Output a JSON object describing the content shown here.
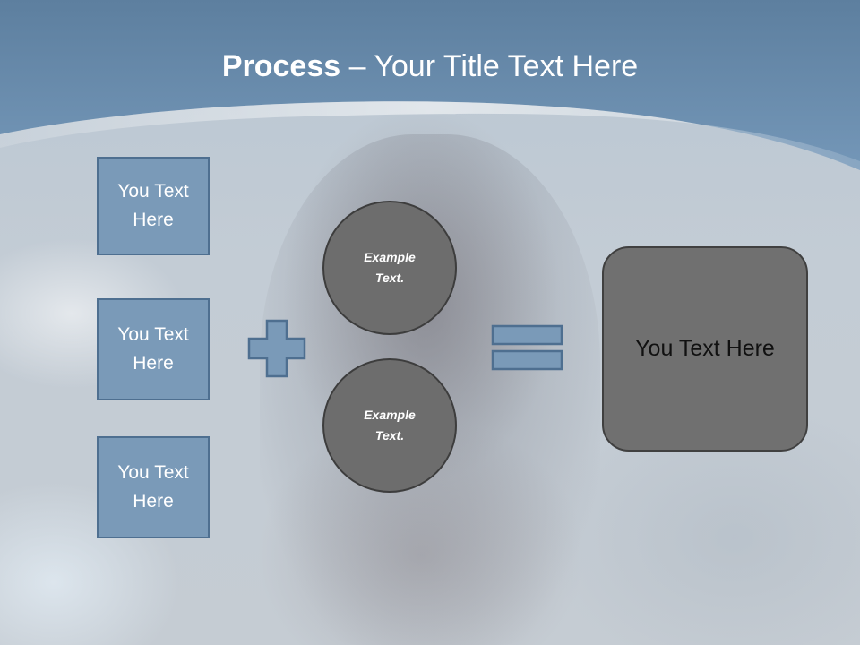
{
  "title": {
    "bold": "Process",
    "rest": " – Your Title Text Here"
  },
  "left_boxes": [
    {
      "label": "You Text Here"
    },
    {
      "label": "You Text Here"
    },
    {
      "label": "You Text Here"
    }
  ],
  "circles": [
    {
      "label": "Example Text."
    },
    {
      "label": "Example Text."
    }
  ],
  "result_box": {
    "label": "You Text Here"
  },
  "icons": {
    "plus": "plus-sign",
    "equals": "equals-sign"
  },
  "colors": {
    "header_blue": "#6f90b0",
    "box_fill": "#7a9ab8",
    "box_border": "#4e6f90",
    "circle_fill": "#6d6d6d",
    "result_fill": "#707070"
  }
}
